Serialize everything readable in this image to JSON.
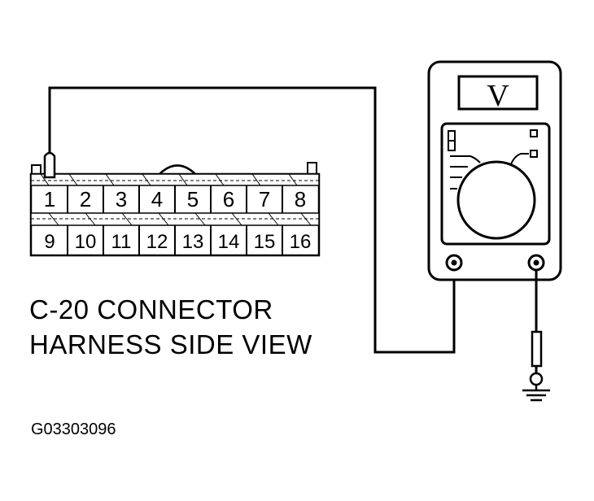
{
  "connector": {
    "top_row": [
      "1",
      "2",
      "3",
      "4",
      "5",
      "6",
      "7",
      "8"
    ],
    "bottom_row": [
      "9",
      "10",
      "11",
      "12",
      "13",
      "14",
      "15",
      "16"
    ]
  },
  "meter": {
    "display": "V"
  },
  "caption": {
    "line1": "C-20 CONNECTOR",
    "line2": "HARNESS SIDE VIEW"
  },
  "figure_id": "G03303096",
  "colors": {
    "ink": "#000000",
    "background": "#ffffff"
  }
}
